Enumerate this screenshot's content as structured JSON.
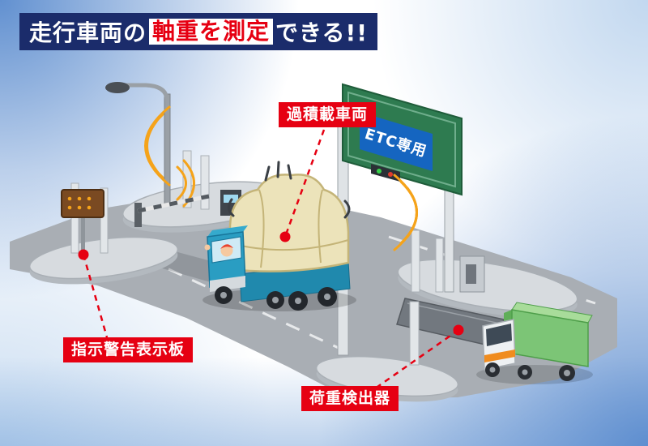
{
  "title": {
    "prefix": "走行車両の",
    "highlight": "軸重を測定",
    "suffix": "できる!!"
  },
  "annotations": {
    "overloaded_vehicle": "過積載車両",
    "warning_display_board": "指示警告表示板",
    "load_detector": "荷重検出器"
  },
  "scene": {
    "etc_sign": "ETC専用"
  },
  "colors": {
    "annotation_red": "#e60012",
    "title_navy": "#1b2c6b",
    "sign_green": "#2e7b50",
    "etc_panel_blue": "#1565c0",
    "truck_blue": "#2a9dc2",
    "load_beige": "#ece3ba",
    "green_truck": "#7cc576",
    "wave_orange": "#f5a31a",
    "road_gray": "#a9aeb4"
  }
}
